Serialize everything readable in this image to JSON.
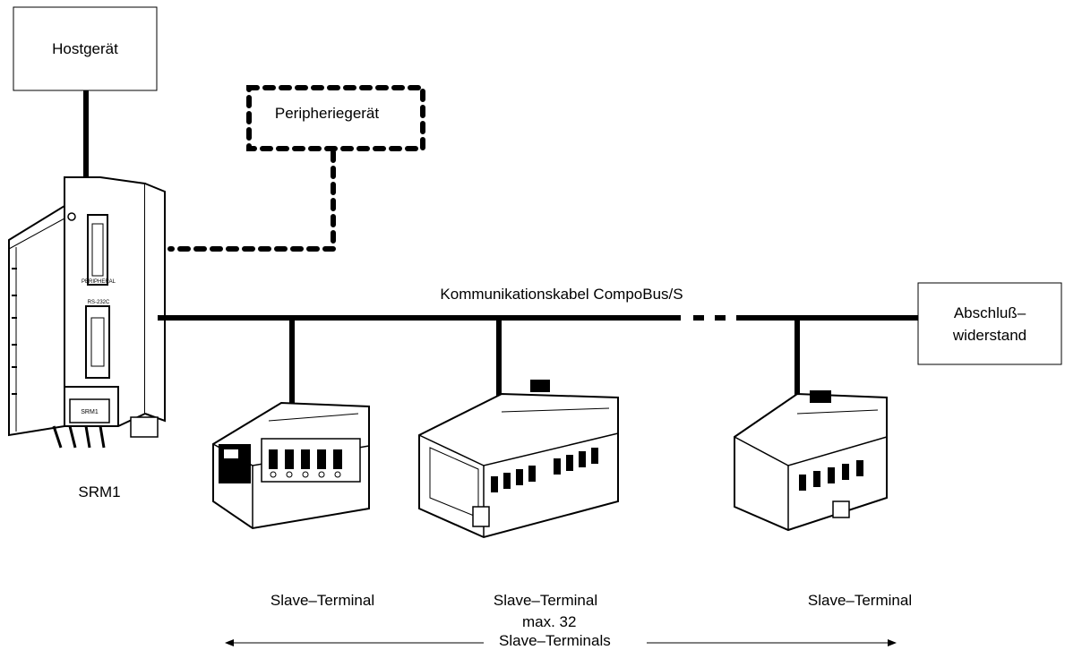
{
  "host": {
    "label": "Hostgerät"
  },
  "peripheral": {
    "label": "Peripheriegerät"
  },
  "master": {
    "label": "SRM1",
    "port_peripheral": "PERIPHERAL",
    "port_rs232c": "RS-232C",
    "model": "SRM1"
  },
  "cable": {
    "label": "Kommunikationskabel CompoBus/S"
  },
  "terminator": {
    "line1": "Abschluß–",
    "line2": "widerstand"
  },
  "slaves": [
    {
      "label": "Slave–Terminal"
    },
    {
      "label": "Slave–Terminal"
    },
    {
      "label": "Slave–Terminal"
    }
  ],
  "span": {
    "line1": "max. 32",
    "line2": "Slave–Terminals"
  }
}
